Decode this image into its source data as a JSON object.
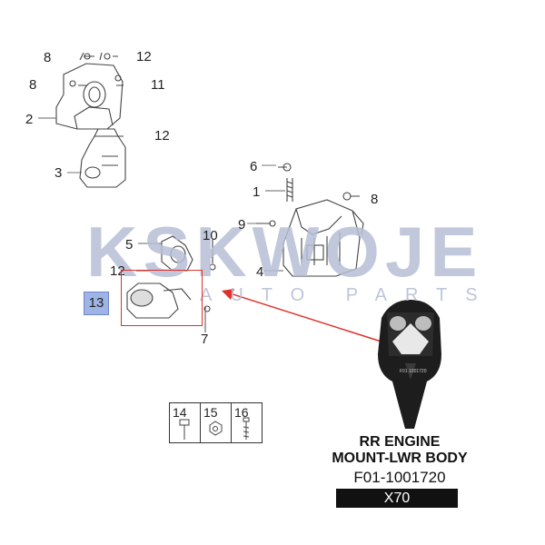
{
  "watermark": {
    "brand": "KSKWOJE",
    "tagline": "AUTO PARTS"
  },
  "callouts": {
    "c1": "1",
    "c2": "2",
    "c3": "3",
    "c4": "4",
    "c5": "5",
    "c6": "6",
    "c7": "7",
    "c8a": "8",
    "c8b": "8",
    "c8c": "8",
    "c9": "9",
    "c10": "10",
    "c11": "11",
    "c12a": "12",
    "c12b": "12",
    "c12c": "12",
    "c13": "13"
  },
  "fastener_table": [
    "14",
    "15",
    "16"
  ],
  "product": {
    "name_line1": "RR ENGINE",
    "name_line2": "MOUNT-LWR BODY",
    "part_number": "F01-1001720",
    "model": "X70",
    "stamp_text": "F01 1001720"
  },
  "colors": {
    "highlight_red": "#e0302a",
    "callout_blue": "#9fb4e6",
    "watermark": "#b7bfd6"
  }
}
